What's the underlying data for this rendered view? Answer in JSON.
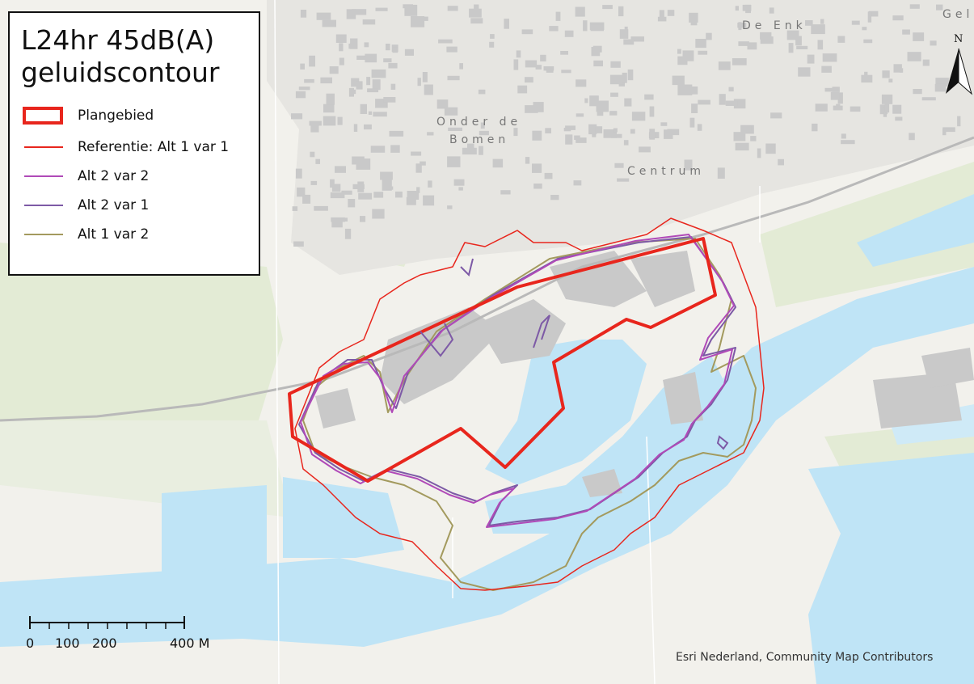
{
  "legend": {
    "title_line1": "L24hr 45dB(A)",
    "title_line2": "geluidscontour",
    "items": [
      {
        "label": "Plangebied",
        "color": "#e8261d",
        "symbol": "box"
      },
      {
        "label": "Referentie: Alt 1 var 1",
        "color": "#e8261d",
        "symbol": "line"
      },
      {
        "label": "Alt 2 var 2",
        "color": "#b04ab8",
        "symbol": "line"
      },
      {
        "label": "Alt 2 var 1",
        "color": "#7d5aa6",
        "symbol": "line"
      },
      {
        "label": "Alt 1 var 2",
        "color": "#a39a5e",
        "symbol": "line"
      }
    ]
  },
  "place_labels": {
    "de_enk": "De Enk",
    "gel": "Gel",
    "onder_de": "Onder de",
    "bomen": "Bomen",
    "centrum": "Centrum"
  },
  "north_arrow": {
    "letter": "N"
  },
  "scale_bar": {
    "labels": [
      "0",
      "100",
      "200",
      "400 M"
    ]
  },
  "credits": "Esri Nederland, Community Map Contributors",
  "colors": {
    "water": "#bfe4f6",
    "land": "#f2f1ec",
    "buildings": "#c9c9c9",
    "green": "#e3ebd5"
  }
}
